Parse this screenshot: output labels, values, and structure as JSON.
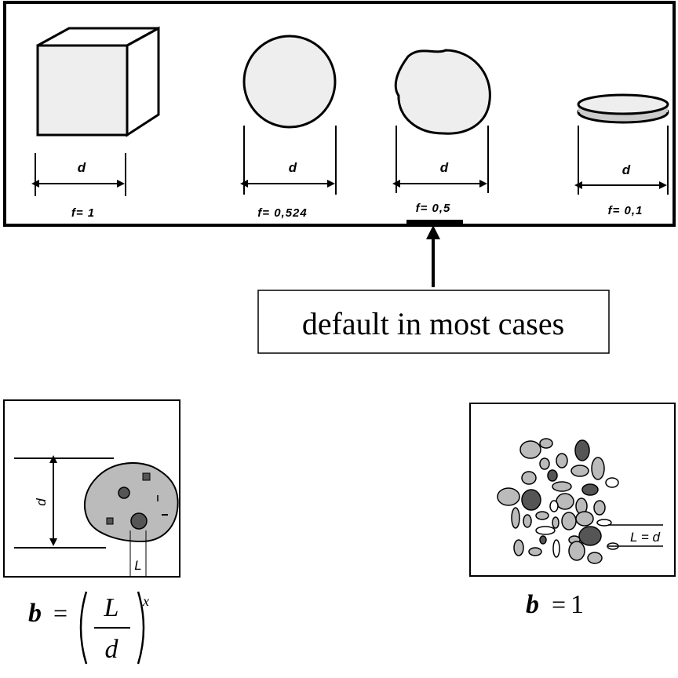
{
  "shapes_panel": {
    "cube": {
      "dim_label": "d",
      "f_label": "f= 1"
    },
    "sphere": {
      "dim_label": "d",
      "f_label": "f= 0,524"
    },
    "irregular": {
      "dim_label": "d",
      "f_label": "f= 0,5"
    },
    "disc": {
      "dim_label": "d",
      "f_label": "f= 0,1"
    }
  },
  "callout": {
    "text": "default in most cases"
  },
  "left_panel": {
    "d_label": "d",
    "l_label": "L",
    "formula": {
      "lhs": "b",
      "eq": "=",
      "num": "L",
      "den": "d",
      "exp": "x"
    }
  },
  "right_panel": {
    "l_eq_d_label": "L = d",
    "formula": {
      "lhs": "b",
      "eq": "=",
      "rhs": "1"
    }
  }
}
